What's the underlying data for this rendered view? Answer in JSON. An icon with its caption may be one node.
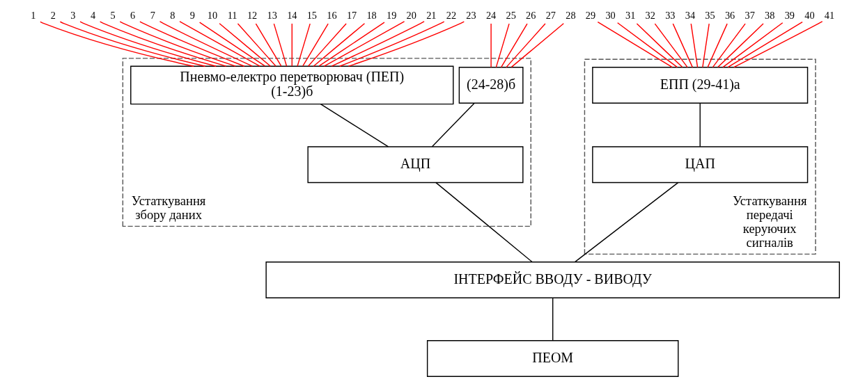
{
  "diagram": {
    "nodes": [
      {
        "text": [
          "Устаткування збору даних"
        ]
      },
      {
        "text": [
          "Пневмо-електро перетворювач (ПЕП)",
          "(1-23)б"
        ],
        "in": 0
      },
      {
        "text": [
          "(24-28)б"
        ],
        "in": 0
      },
      {
        "text": [
          "АЦП"
        ],
        "in": 0
      },
      {
        "text": [
          "Устаткування передачі керуючих сигналів"
        ]
      },
      {
        "text": [
          "ЕПП (29-41)а"
        ],
        "in": 4
      },
      {
        "text": [
          "ЦАП"
        ],
        "in": 4
      },
      {
        "text": [
          "ІНТЕРФЕЙС ВВОДУ - ВИВОДУ"
        ]
      },
      {
        "text": [
          "ПЕОМ"
        ]
      },
      {
        "text": [
          "1"
        ]
      },
      {
        "text": [
          "2"
        ]
      },
      {
        "text": [
          "3"
        ]
      },
      {
        "text": [
          "4"
        ]
      },
      {
        "text": [
          "5"
        ]
      },
      {
        "text": [
          "6"
        ]
      },
      {
        "text": [
          "7"
        ]
      },
      {
        "text": [
          "8"
        ]
      },
      {
        "text": [
          "9"
        ]
      },
      {
        "text": [
          "10"
        ]
      },
      {
        "text": [
          "11"
        ]
      },
      {
        "text": [
          "12"
        ]
      },
      {
        "text": [
          "13"
        ]
      },
      {
        "text": [
          "14"
        ]
      },
      {
        "text": [
          "15"
        ]
      },
      {
        "text": [
          "16"
        ]
      },
      {
        "text": [
          "17"
        ]
      },
      {
        "text": [
          "18"
        ]
      },
      {
        "text": [
          "19"
        ]
      },
      {
        "text": [
          "20"
        ]
      },
      {
        "text": [
          "21"
        ]
      },
      {
        "text": [
          "22"
        ]
      },
      {
        "text": [
          "23"
        ]
      },
      {
        "text": [
          "24"
        ]
      },
      {
        "text": [
          "25"
        ]
      },
      {
        "text": [
          "26"
        ]
      },
      {
        "text": [
          "27"
        ]
      },
      {
        "text": [
          "28"
        ]
      },
      {
        "text": [
          "29"
        ]
      },
      {
        "text": [
          "30"
        ]
      },
      {
        "text": [
          "31"
        ]
      },
      {
        "text": [
          "32"
        ]
      },
      {
        "text": [
          "33"
        ]
      },
      {
        "text": [
          "34"
        ]
      },
      {
        "text": [
          "35"
        ]
      },
      {
        "text": [
          "36"
        ]
      },
      {
        "text": [
          "37"
        ]
      },
      {
        "text": [
          "38"
        ]
      },
      {
        "text": [
          "39"
        ]
      },
      {
        "text": [
          "40"
        ]
      },
      {
        "text": [
          "41"
        ]
      }
    ],
    "edges": [
      {
        "from": 9,
        "to": 1,
        "arrow": "none",
        "color": "#ff0000"
      },
      {
        "from": 10,
        "to": 1,
        "arrow": "none",
        "color": "#ff0000"
      },
      {
        "from": 11,
        "to": 1,
        "arrow": "none",
        "color": "#ff0000"
      },
      {
        "from": 12,
        "to": 1,
        "arrow": "none",
        "color": "#ff0000"
      },
      {
        "from": 13,
        "to": 1,
        "arrow": "none",
        "color": "#ff0000"
      },
      {
        "from": 14,
        "to": 1,
        "arrow": "none",
        "color": "#ff0000"
      },
      {
        "from": 15,
        "to": 1,
        "arrow": "none",
        "color": "#ff0000"
      },
      {
        "from": 16,
        "to": 1,
        "arrow": "none",
        "color": "#ff0000"
      },
      {
        "from": 17,
        "to": 1,
        "arrow": "none",
        "color": "#ff0000"
      },
      {
        "from": 18,
        "to": 1,
        "arrow": "none",
        "color": "#ff0000"
      },
      {
        "from": 19,
        "to": 1,
        "arrow": "none",
        "color": "#ff0000"
      },
      {
        "from": 20,
        "to": 1,
        "arrow": "none",
        "color": "#ff0000"
      },
      {
        "from": 21,
        "to": 1,
        "arrow": "none",
        "color": "#ff0000"
      },
      {
        "from": 22,
        "to": 1,
        "arrow": "none",
        "color": "#ff0000"
      },
      {
        "from": 23,
        "to": 1,
        "arrow": "none",
        "color": "#ff0000"
      },
      {
        "from": 24,
        "to": 1,
        "arrow": "none",
        "color": "#ff0000"
      },
      {
        "from": 25,
        "to": 1,
        "arrow": "none",
        "color": "#ff0000"
      },
      {
        "from": 26,
        "to": 1,
        "arrow": "none",
        "color": "#ff0000"
      },
      {
        "from": 27,
        "to": 1,
        "arrow": "none",
        "color": "#ff0000"
      },
      {
        "from": 28,
        "to": 1,
        "arrow": "none",
        "color": "#ff0000"
      },
      {
        "from": 29,
        "to": 1,
        "arrow": "none",
        "color": "#ff0000"
      },
      {
        "from": 30,
        "to": 1,
        "arrow": "none",
        "color": "#ff0000"
      },
      {
        "from": 31,
        "to": 1,
        "arrow": "none",
        "color": "#ff0000"
      },
      {
        "from": 32,
        "to": 2,
        "arrow": "none",
        "color": "#ff0000"
      },
      {
        "from": 33,
        "to": 2,
        "arrow": "none",
        "color": "#ff0000"
      },
      {
        "from": 34,
        "to": 2,
        "arrow": "none",
        "color": "#ff0000"
      },
      {
        "from": 35,
        "to": 2,
        "arrow": "none",
        "color": "#ff0000"
      },
      {
        "from": 36,
        "to": 2,
        "arrow": "none",
        "color": "#ff0000"
      },
      {
        "from": 37,
        "to": 5,
        "arrow": "none",
        "color": "#ff0000"
      },
      {
        "from": 38,
        "to": 5,
        "arrow": "none",
        "color": "#ff0000"
      },
      {
        "from": 39,
        "to": 5,
        "arrow": "none",
        "color": "#ff0000"
      },
      {
        "from": 40,
        "to": 5,
        "arrow": "none",
        "color": "#ff0000"
      },
      {
        "from": 41,
        "to": 5,
        "arrow": "none",
        "color": "#ff0000"
      },
      {
        "from": 42,
        "to": 5,
        "arrow": "none",
        "color": "#ff0000"
      },
      {
        "from": 43,
        "to": 5,
        "arrow": "none",
        "color": "#ff0000"
      },
      {
        "from": 44,
        "to": 5,
        "arrow": "none",
        "color": "#ff0000"
      },
      {
        "from": 45,
        "to": 5,
        "arrow": "none",
        "color": "#ff0000"
      },
      {
        "from": 46,
        "to": 5,
        "arrow": "none",
        "color": "#ff0000"
      },
      {
        "from": 47,
        "to": 5,
        "arrow": "none",
        "color": "#ff0000"
      },
      {
        "from": 48,
        "to": 5,
        "arrow": "none",
        "color": "#ff0000"
      },
      {
        "from": 49,
        "to": 5,
        "arrow": "none",
        "color": "#ff0000"
      },
      {
        "from": 1,
        "to": 3,
        "arrow": "none",
        "color": "#000000"
      },
      {
        "from": 2,
        "to": 3,
        "arrow": "none",
        "color": "#000000"
      },
      {
        "from": 3,
        "to": 7,
        "arrow": "none",
        "color": "#000000"
      },
      {
        "from": 5,
        "to": 6,
        "arrow": "none",
        "color": "#000000"
      },
      {
        "from": 6,
        "to": 7,
        "arrow": "none",
        "color": "#000000"
      },
      {
        "from": 7,
        "to": 8,
        "arrow": "none",
        "color": "#000000"
      }
    ]
  }
}
